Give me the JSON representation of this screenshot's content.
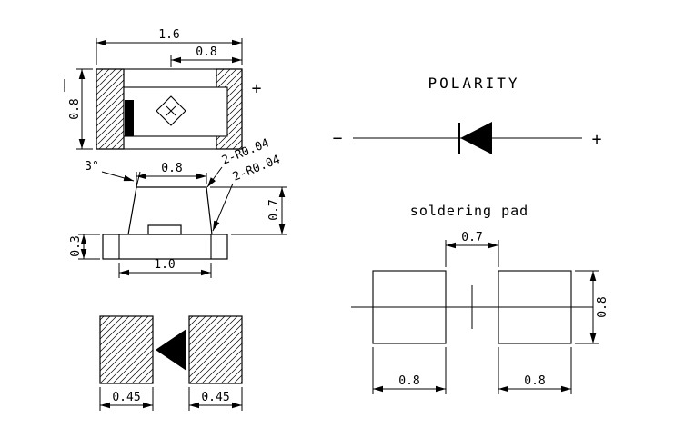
{
  "colors": {
    "line": "#000000",
    "background": "#ffffff"
  },
  "top_view": {
    "dim_total_width": "1.6",
    "dim_inner_width": "0.8",
    "dim_height": "0.8",
    "plus_mark": "+"
  },
  "side_view": {
    "angle_label": "3°",
    "dim_top_width": "0.8",
    "radius_callout_1": "2-R0.04",
    "radius_callout_2": "2-R0.04",
    "dim_height": "0.7",
    "dim_base_thickness": "0.3",
    "dim_bottom_width": "1.0"
  },
  "bottom_view": {
    "dim_left_pad": "0.45",
    "dim_right_pad": "0.45"
  },
  "polarity": {
    "title": "POLARITY",
    "minus_mark": "−",
    "plus_mark": "+"
  },
  "soldering_pad": {
    "title": "soldering pad",
    "dim_gap": "0.7",
    "dim_pad_height": "0.8",
    "dim_left_pad_width": "0.8",
    "dim_right_pad_width": "0.8"
  }
}
